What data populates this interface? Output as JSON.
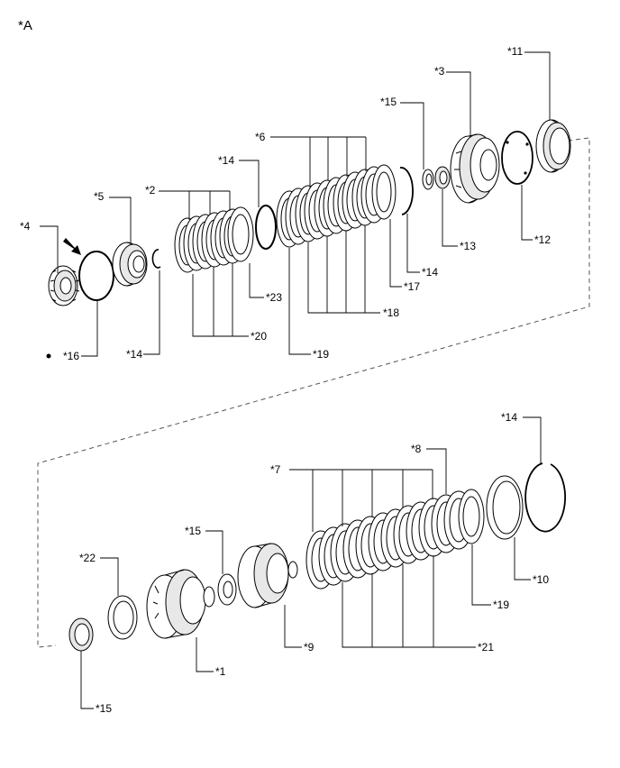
{
  "view_label": "*A",
  "callouts": {
    "c1": "*1",
    "c2": "*2",
    "c3": "*3",
    "c4": "*4",
    "c5": "*5",
    "c6": "*6",
    "c7": "*7",
    "c8": "*8",
    "c9": "*9",
    "c10": "*10",
    "c11": "*11",
    "c12": "*12",
    "c13": "*13",
    "c14a": "*14",
    "c14b": "*14",
    "c14c": "*14",
    "c14d": "*14",
    "c15a": "*15",
    "c15b": "*15",
    "c15c": "*15",
    "c16": "*16",
    "c17": "*17",
    "c18": "*18",
    "c19a": "*19",
    "c19b": "*19",
    "c20": "*20",
    "c21": "*21",
    "c22": "*22",
    "c23": "*23"
  }
}
